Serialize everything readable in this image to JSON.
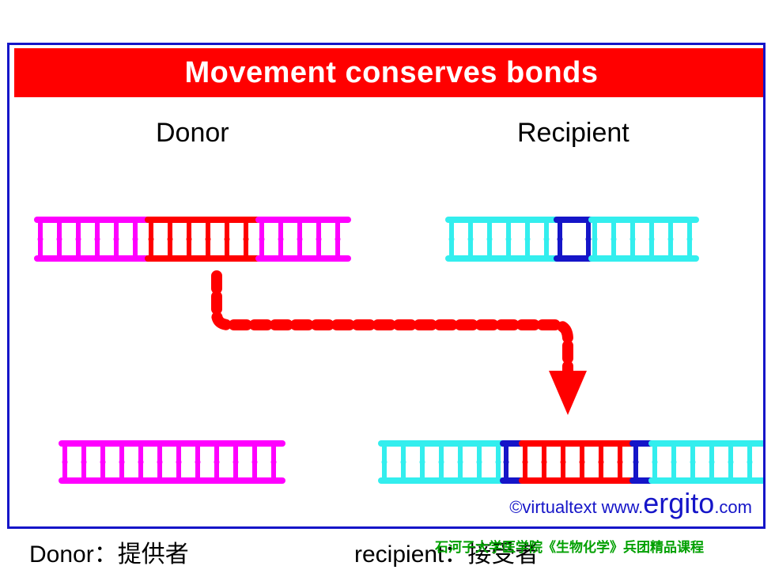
{
  "slide": {
    "title": "Movement conserves bonds",
    "donor_heading": "Donor",
    "recipient_heading": "Recipient",
    "credit_prefix": "©virtualtext  www.",
    "credit_brand": "ergito",
    "credit_suffix": ".com"
  },
  "captions": {
    "donor": "Donor：提供者",
    "recipient": "recipient：接受者",
    "course": "石河子大学医学院《生物化学》兵团精品课程"
  },
  "colors": {
    "frame": "#1515c8",
    "title_bar": "#ff0000",
    "donor_dna": "#ff00ff",
    "transposon": "#ff0000",
    "recipient_dna": "#33eeee",
    "target_site": "#1515c8",
    "course_text": "#00a000"
  }
}
